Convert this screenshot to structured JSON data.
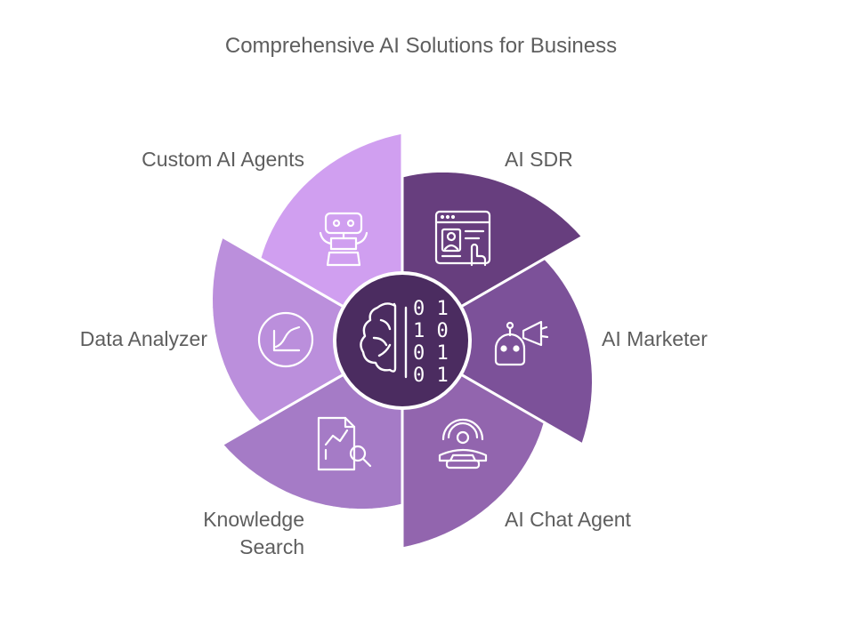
{
  "title": "Comprehensive AI Solutions for Business",
  "center": {
    "icon": "brain-binary-icon",
    "binary_lines": [
      "0 1",
      "1 0",
      "0 1",
      "0 1"
    ]
  },
  "segments": [
    {
      "id": "ai-sdr",
      "label_lines": [
        "AI SDR"
      ],
      "icon": "profile-click-icon",
      "color": "#673e7e"
    },
    {
      "id": "ai-marketer",
      "label_lines": [
        "AI Marketer"
      ],
      "icon": "robot-megaphone-icon",
      "color": "#7c5199"
    },
    {
      "id": "ai-chat-agent",
      "label_lines": [
        "AI Chat Agent"
      ],
      "icon": "support-phone-icon",
      "color": "#9265ae"
    },
    {
      "id": "knowledge-search",
      "label_lines": [
        "Knowledge",
        "Search"
      ],
      "icon": "document-search-icon",
      "color": "#a57bc6"
    },
    {
      "id": "data-analyzer",
      "label_lines": [
        "Data Analyzer"
      ],
      "icon": "chart-circle-icon",
      "color": "#bb8fdc"
    },
    {
      "id": "custom-ai-agents",
      "label_lines": [
        "Custom AI Agents"
      ],
      "icon": "robot-icon",
      "color": "#d09ff0"
    }
  ],
  "colors": {
    "center": "#4b2c60",
    "icon_stroke": "#ffffff"
  }
}
